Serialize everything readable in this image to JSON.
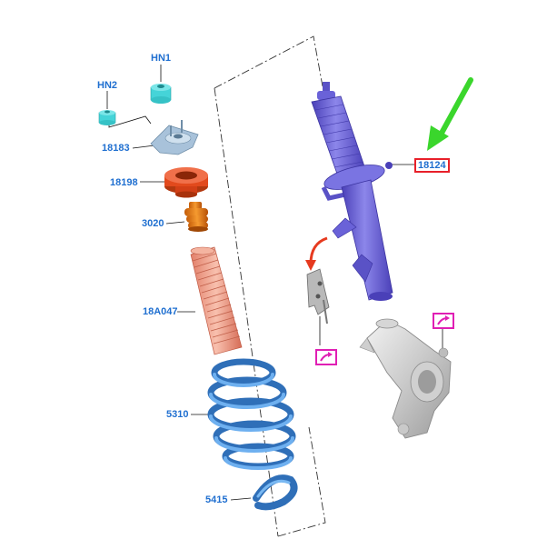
{
  "labels": {
    "hn1": "HN1",
    "hn2": "HN2",
    "p18183": "18183",
    "p18198": "18198",
    "p3020": "3020",
    "p18a047": "18A047",
    "p5310": "5310",
    "p5415": "5415",
    "p18124": "18124"
  },
  "colors": {
    "label_text": "#1f6fd0",
    "highlight_border": "#e8202a",
    "reference_icon": "#e01fb4",
    "pointer_arrow": "#3ad62c",
    "direction_arrow": "#e63a1f",
    "strut": "#6a62d8",
    "nut": "#45d4d8",
    "top_mount": "#9cb8d2",
    "seat": "#e24a1d",
    "bump_stop": "#e07a12",
    "boot": "#f09a82",
    "spring": "#4f96de"
  },
  "icons": {
    "pointer": "green-arrow-icon",
    "direction": "curved-arrow-icon",
    "reference": "reference-arrow-icon"
  }
}
